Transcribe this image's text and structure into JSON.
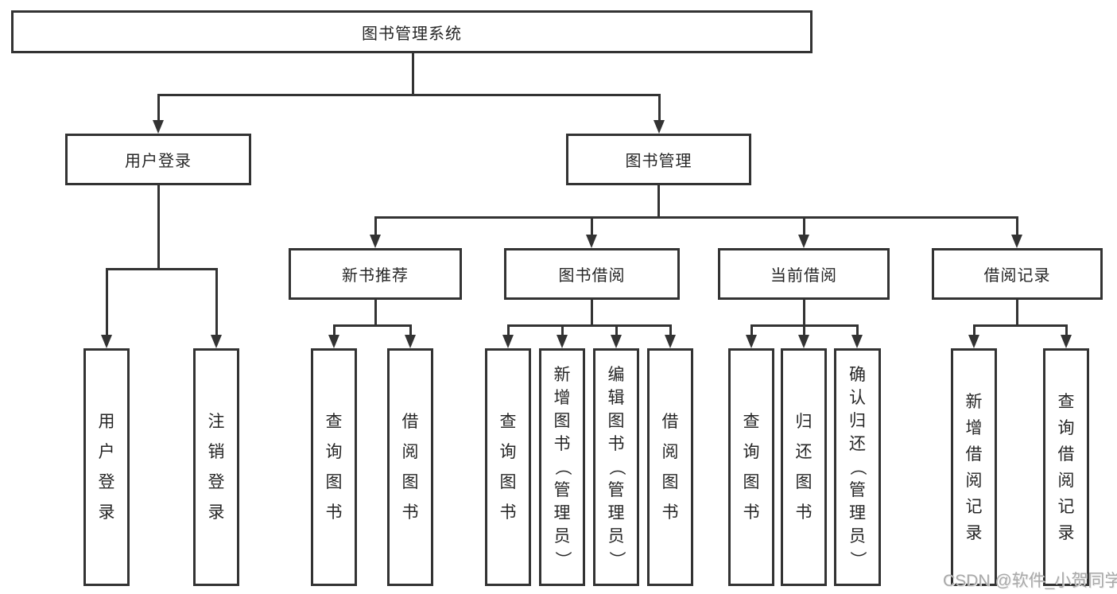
{
  "title": "图书管理系统",
  "nodes": {
    "root": "图书管理系统",
    "user_login": "用户登录",
    "book_mgmt": "图书管理",
    "new_books": "新书推荐",
    "book_borrow": "图书借阅",
    "current_borrow": "当前借阅",
    "borrow_records": "借阅记录",
    "leaf_user_login": "用户登录",
    "leaf_logout": "注销登录",
    "leaf_rec_query": "查询图书",
    "leaf_rec_borrow": "借阅图书",
    "leaf_bor_query": "查询图书",
    "leaf_bor_add": "新增图书（管理员）",
    "leaf_bor_edit": "编辑图书（管理员）",
    "leaf_bor_borrow": "借阅图书",
    "leaf_cur_query": "查询图书",
    "leaf_cur_return": "归还图书",
    "leaf_cur_confirm": "确认归还（管理员）",
    "leaf_log_add": "新增借阅记录",
    "leaf_log_query": "查询借阅记录"
  },
  "watermark": "CSDN @软件_小贺同学",
  "colors": {
    "line": "#333333",
    "text": "#262626",
    "watermark": "#a9a9a9",
    "background": "#ffffff"
  }
}
